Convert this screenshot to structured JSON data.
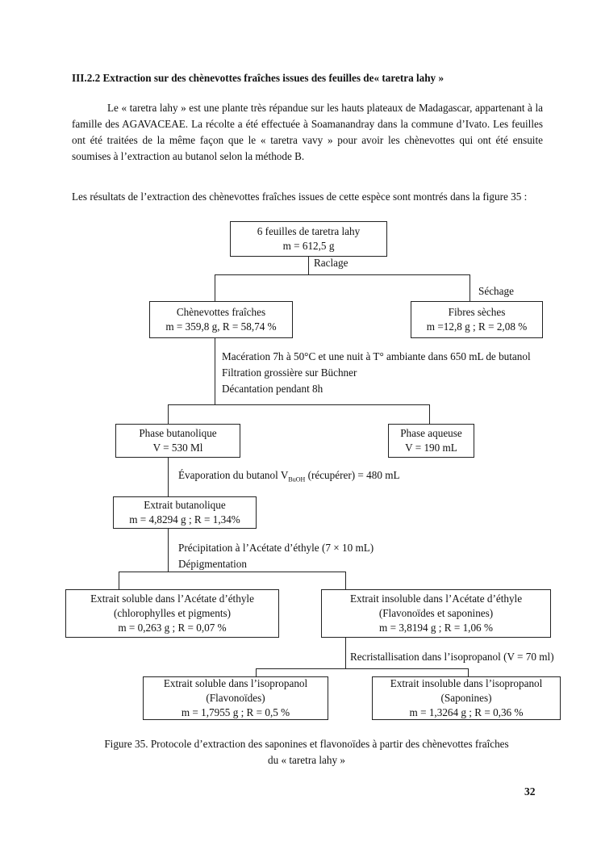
{
  "section_heading": "III.2.2 Extraction sur des chènevottes fraîches issues des feuilles de« taretra lahy »",
  "paragraph1": "Le « taretra lahy » est une plante très répandue sur les hauts plateaux de Madagascar, appartenant à la famille des AGAVACEAE. La récolte a été effectuée à Soamanandray dans la commune d’Ivato. Les feuilles ont été traitées de la même façon que le « taretra vavy » pour avoir les chènevottes qui ont été ensuite soumises à l’extraction au butanol selon la méthode B.",
  "paragraph2": "Les résultats de l’extraction des chènevottes fraîches issues de cette espèce sont montrés dans la figure 35 :",
  "diagram": {
    "leaves": {
      "line1": "6 feuilles de taretra lahy",
      "line2": "m = 612,5 g"
    },
    "step_raclage": "Raclage",
    "step_sechage": "Séchage",
    "fresh": {
      "line1": "Chènevottes fraîches",
      "line2": "m = 359,8 g, R = 58,74 %"
    },
    "dry": {
      "line1": "Fibres sèches",
      "line2": "m =12,8 g ; R = 2,08 %"
    },
    "step_maceration": {
      "line1": "Macération 7h à 50°C et une nuit à T° ambiante dans 650 mL de butanol",
      "line2": "Filtration grossière sur Büchner",
      "line3": "Décantation pendant 8h"
    },
    "butanolic_phase": {
      "line1": "Phase butanolique",
      "line2": "V = 530 Ml"
    },
    "aqueous_phase": {
      "line1": "Phase aqueuse",
      "line2": "V = 190 mL"
    },
    "step_evaporation": {
      "prefix": "Évaporation du butanol V",
      "subscript": "BuOH",
      "suffix": " (récupérer) = 480 mL"
    },
    "butanolic_extract": {
      "line1": "Extrait butanolique",
      "line2": "m = 4,8294 g ; R = 1,34%"
    },
    "step_precipitation": {
      "line1": "Précipitation à l’Acétate d’éthyle (7 × 10 mL)",
      "line2": "Dépigmentation"
    },
    "acetate_soluble": {
      "line1": "Extrait soluble dans l’Acétate d’éthyle",
      "line2": "(chlorophylles et pigments)",
      "line3": "m = 0,263 g ; R = 0,07 %"
    },
    "acetate_insoluble": {
      "line1": "Extrait insoluble dans l’Acétate d’éthyle",
      "line2": "(Flavonoïdes et saponines)",
      "line3": "m = 3,8194 g ; R = 1,06 %"
    },
    "step_recrystallisation": "Recristallisation dans l’isopropanol (V = 70 ml)",
    "isopropanol_soluble": {
      "line1": "Extrait soluble dans l’isopropanol",
      "line2": "(Flavonoïdes)",
      "line3": "m = 1,7955 g ; R = 0,5 %"
    },
    "isopropanol_insoluble": {
      "line1": "Extrait insoluble dans l’isopropanol",
      "line2": "(Saponines)",
      "line3": "m = 1,3264 g ; R = 0,36 %"
    }
  },
  "caption": {
    "line1": "Figure 35. Protocole d’extraction des saponines et flavonoïdes à partir des chènevottes fraîches",
    "line2": "du « taretra lahy »"
  },
  "page_number": "32"
}
